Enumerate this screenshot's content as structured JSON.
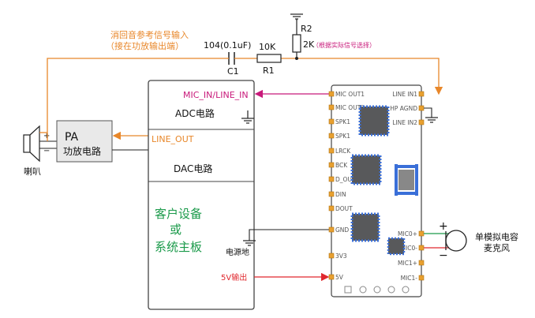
{
  "feedback": {
    "line1": "消回音参考信号输入",
    "line2": "（接在功放输出端）"
  },
  "components": {
    "c1_value": "104(0.1uF)",
    "c1_name": "C1",
    "r1_value": "10K",
    "r1_name": "R1",
    "r2_name": "R2",
    "r2_value": "2K",
    "r2_note": "（根据实际信号选择）"
  },
  "speaker": {
    "label": "喇叭",
    "plus": "+",
    "minus": "−"
  },
  "pa": {
    "title": "PA",
    "subtitle": "功放电路"
  },
  "host": {
    "mic_in_line_in": "MIC_IN/LINE_IN",
    "adc": "ADC电路",
    "line_out": "LINE_OUT",
    "dac": "DAC电路",
    "name_l1": "客户设备",
    "name_l2": "或",
    "name_l3": "系统主板",
    "power_ground": "电源地",
    "v5_out": "5V输出"
  },
  "module": {
    "left_pins": [
      "MIC OUT1",
      "MIC OUT2",
      "SPK1",
      "SPK1",
      "LRCK",
      "BCK",
      "D_OUT",
      "DIN",
      "DOUT",
      "GND",
      "3V3",
      "5V"
    ],
    "right_pins": [
      "LINE IN1",
      "HP AGND",
      "LINE IN2",
      "MIC0+",
      "MIC0-",
      "MIC1+",
      "MIC1-"
    ]
  },
  "mic": {
    "label_l1": "单模拟电容",
    "label_l2": "麦克风",
    "plus": "+",
    "minus": "−"
  },
  "colors": {
    "orange": "#e8872a",
    "magenta": "#c8197a",
    "red": "#e0282e",
    "green": "#1a9a4a",
    "chip_blue": "#3a6fd8",
    "pin_orange": "#e8a030"
  }
}
